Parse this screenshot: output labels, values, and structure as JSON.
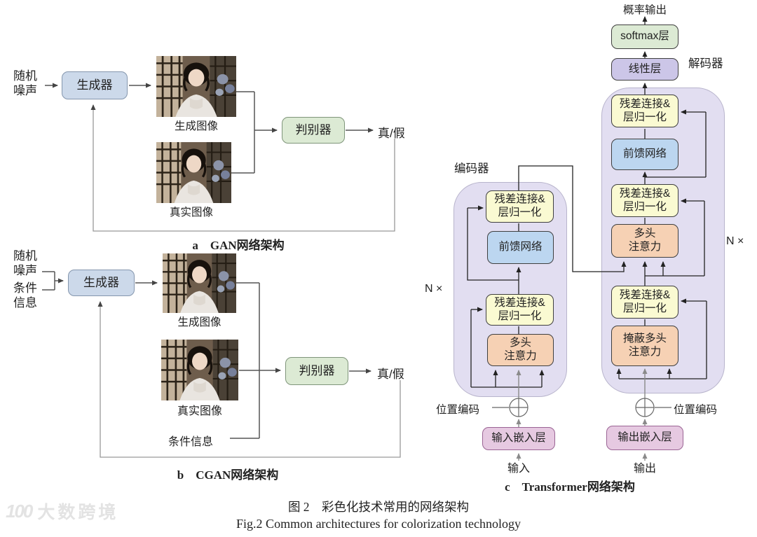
{
  "colors": {
    "blue_fill": "#ccd9ea",
    "blue_border": "#8496ad",
    "sky_fill": "#bcd6f0",
    "green_fill": "#dcead4",
    "green_gan_border": "#7f957a",
    "yellow_fill": "#fafad2",
    "orange_fill": "#f6d1b4",
    "purple_fill": "#ccc6e8",
    "pink_fill": "#e6c9e1",
    "pink_border": "#9a6494",
    "tf_border": "#3f3f3f",
    "container_fill": "#e2def1",
    "container_border": "#b8b4cc"
  },
  "panel_a": {
    "caption": "a　GAN网络架构",
    "noise": "随机\n噪声",
    "generator": "生成器",
    "generated_image_label": "生成图像",
    "real_image_label": "真实图像",
    "discriminator": "判别器",
    "result": "真/假"
  },
  "panel_b": {
    "caption": "b　CGAN网络架构",
    "noise": "随机\n噪声",
    "condition": "条件\n信息",
    "generator": "生成器",
    "generated_image_label": "生成图像",
    "real_image_label": "真实图像",
    "condition_info": "条件信息",
    "discriminator": "判别器",
    "result": "真/假"
  },
  "panel_c": {
    "caption": "c　Transformer网络架构",
    "encoder_label": "编码器",
    "decoder_label": "解码器",
    "prob_output": "概率输出",
    "softmax": "softmax层",
    "linear": "线性层",
    "addnorm": "残差连接&\n层归一化",
    "ffn": "前馈网络",
    "mha": "多头\n注意力",
    "masked_mha": "掩蔽多头\n注意力",
    "n_times": "N ×",
    "pos_encoding": "位置编码",
    "input_embed": "输入嵌入层",
    "output_embed": "输出嵌入层",
    "input": "输入",
    "output": "输出"
  },
  "figure": {
    "caption_zh": "图 2　彩色化技术常用的网络架构",
    "caption_en": "Fig.2 Common architectures for colorization technology"
  },
  "watermark": {
    "logo": "100",
    "text": "大数跨境"
  }
}
